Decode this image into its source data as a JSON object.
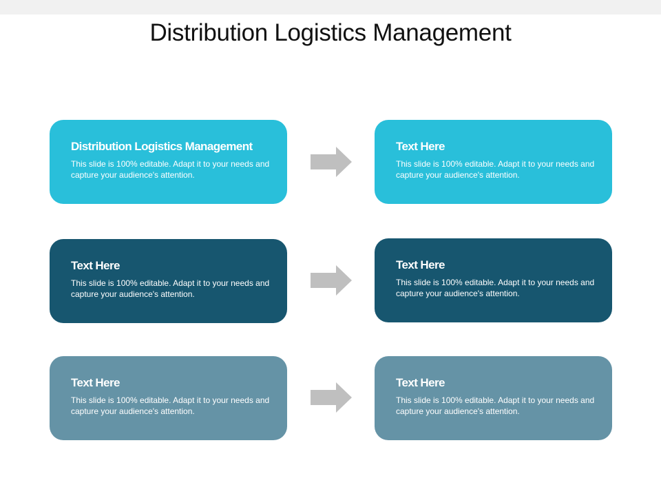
{
  "title": "Distribution Logistics Management",
  "colors": {
    "row1": "#29bfda",
    "row2": "#17566f",
    "row3": "#6593a6",
    "arrow": "#bfbfbf"
  },
  "boxes": [
    {
      "heading": "Distribution Logistics Management",
      "body": "This slide is 100% editable. Adapt it to your needs and capture your audience's attention."
    },
    {
      "heading": "Text Here",
      "body": "This slide is 100% editable. Adapt it to your needs and capture your audience's attention."
    },
    {
      "heading": "Text Here",
      "body": "This slide is 100% editable. Adapt it to your needs and capture your audience's attention."
    },
    {
      "heading": "Text Here",
      "body": "This slide is 100% editable. Adapt it to your needs and capture your audience's attention."
    },
    {
      "heading": "Text Here",
      "body": "This slide is 100% editable. Adapt it to your needs and capture your audience's attention."
    },
    {
      "heading": "Text Here",
      "body": "This slide is 100% editable. Adapt it to your needs and capture your audience's attention."
    }
  ]
}
